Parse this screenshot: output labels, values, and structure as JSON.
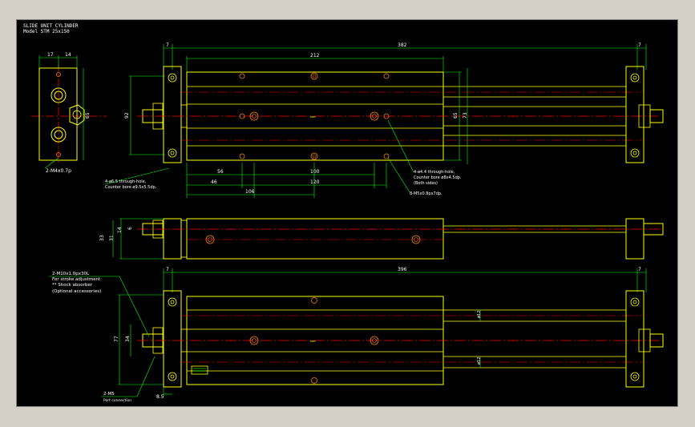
{
  "title": {
    "line1": "SLIDE UNIT CYLINDER",
    "line2": "Model  STM  25x150"
  },
  "colors": {
    "background": "#000000",
    "outline": "#ffff00",
    "dimension": "#00ff00",
    "centerline": "#ff0000",
    "holes": "#ff8000",
    "text": "#ffffff",
    "cyan": "#00ffff"
  },
  "dims": {
    "side_w1": "17",
    "side_w2": "14",
    "side_h": "65",
    "total_top": "382",
    "left_gap": "7",
    "right_gap": "7",
    "body_len": "212",
    "height_left": "92",
    "inner_h": "65",
    "outer_h": "73",
    "d56": "56",
    "d100": "100",
    "d46": "46",
    "d120": "120",
    "d106": "106",
    "side_view_h1": "33",
    "side_view_h2": "31",
    "side_view_h3": "14",
    "side_view_h4": "6",
    "total_bottom": "396",
    "bottom_left_gap": "7",
    "bottom_right_gap": "7",
    "bottom_h1": "77",
    "bottom_h2": "34",
    "rod_dia1": "ø12",
    "rod_dia2": "ø12",
    "d85": "8.5"
  },
  "notes": {
    "m4": "2-M4x0.7p",
    "through_hole_1": "4-ø6.5 through-hole,",
    "through_hole_2": "Counter bore ø9.5x5.5dp.",
    "thru_r1": "4-ø4.4 through-hole,",
    "thru_r2": "Counter bore ø8x4.5dp.",
    "thru_r3": "(Both sides)",
    "m5": "8-M5x0.8px7dp.",
    "stroke_1": "2-M10x1.0px30L",
    "stroke_2": "For stroke adjustment",
    "stroke_3": "** Shock absorber",
    "stroke_4": "(Optional accessories)",
    "port_1": "2-M5",
    "port_2": "Port connection",
    "label_small": "SMH"
  }
}
